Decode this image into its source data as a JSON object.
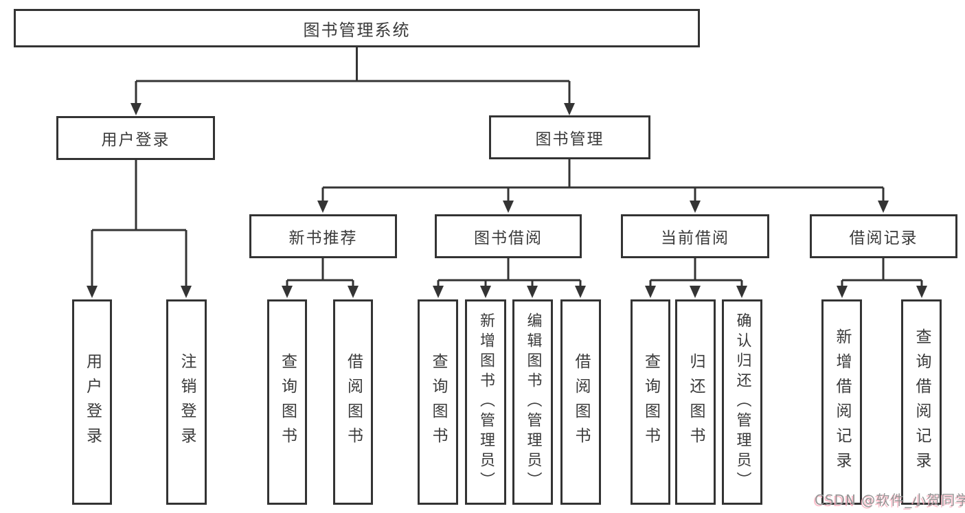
{
  "colors": {
    "line": "#343434",
    "box_border": "#333333",
    "text": "#3a3a3a",
    "background": "#ffffff",
    "watermark_gray": "#969696",
    "watermark_pink": "#fab2c1"
  },
  "watermark": {
    "text": "CSDN @软件_小贺同学"
  },
  "tree": {
    "root": {
      "label": "图书管理系统"
    },
    "branches": [
      {
        "label": "用户登录",
        "children": [
          {
            "label": "用户登录"
          },
          {
            "label": "注销登录"
          }
        ]
      },
      {
        "label": "图书管理",
        "children": [
          {
            "label": "新书推荐",
            "children": [
              {
                "label": "查询图书"
              },
              {
                "label": "借阅图书"
              }
            ]
          },
          {
            "label": "图书借阅",
            "children": [
              {
                "label": "查询图书"
              },
              {
                "label": "新增图书（管理员）"
              },
              {
                "label": "编辑图书（管理员）"
              },
              {
                "label": "借阅图书"
              }
            ]
          },
          {
            "label": "当前借阅",
            "children": [
              {
                "label": "查询图书"
              },
              {
                "label": "归还图书"
              },
              {
                "label": "确认归还（管理员）"
              }
            ]
          },
          {
            "label": "借阅记录",
            "children": [
              {
                "label": "新增借阅记录"
              },
              {
                "label": "查询借阅记录"
              }
            ]
          }
        ]
      }
    ]
  }
}
